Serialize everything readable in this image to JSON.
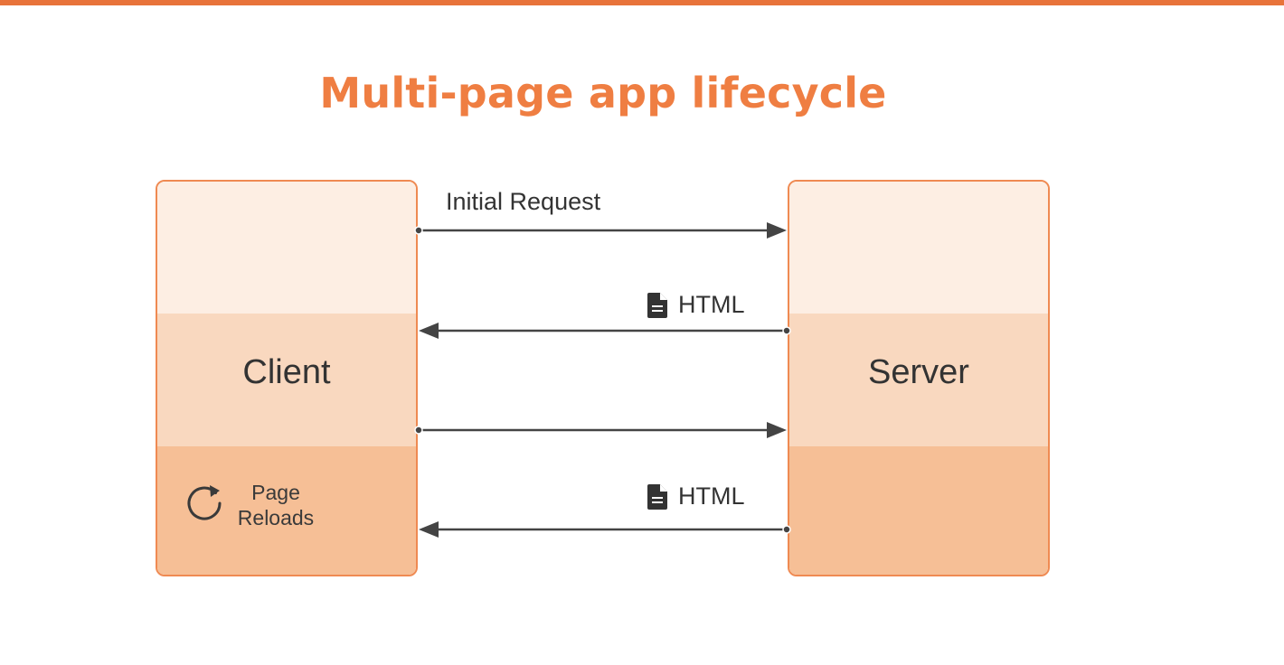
{
  "title": "Multi-page app lifecycle",
  "client": {
    "label": "Client",
    "reload": {
      "line1": "Page",
      "line2": "Reloads",
      "icon": "refresh-icon"
    }
  },
  "server": {
    "label": "Server"
  },
  "arrows": [
    {
      "direction": "client-to-server",
      "label": "Initial Request",
      "icon": ""
    },
    {
      "direction": "server-to-client",
      "label": "HTML",
      "icon": "document-icon"
    },
    {
      "direction": "client-to-server",
      "label": "",
      "icon": ""
    },
    {
      "direction": "server-to-client",
      "label": "HTML",
      "icon": "document-icon"
    }
  ],
  "colors": {
    "accent": "#ef7e42",
    "top_bar": "#e8733a",
    "band_light": "#fdeee3",
    "band_mid": "#f9d8bf",
    "band_dark": "#f6bf96",
    "arrow": "#444444"
  }
}
